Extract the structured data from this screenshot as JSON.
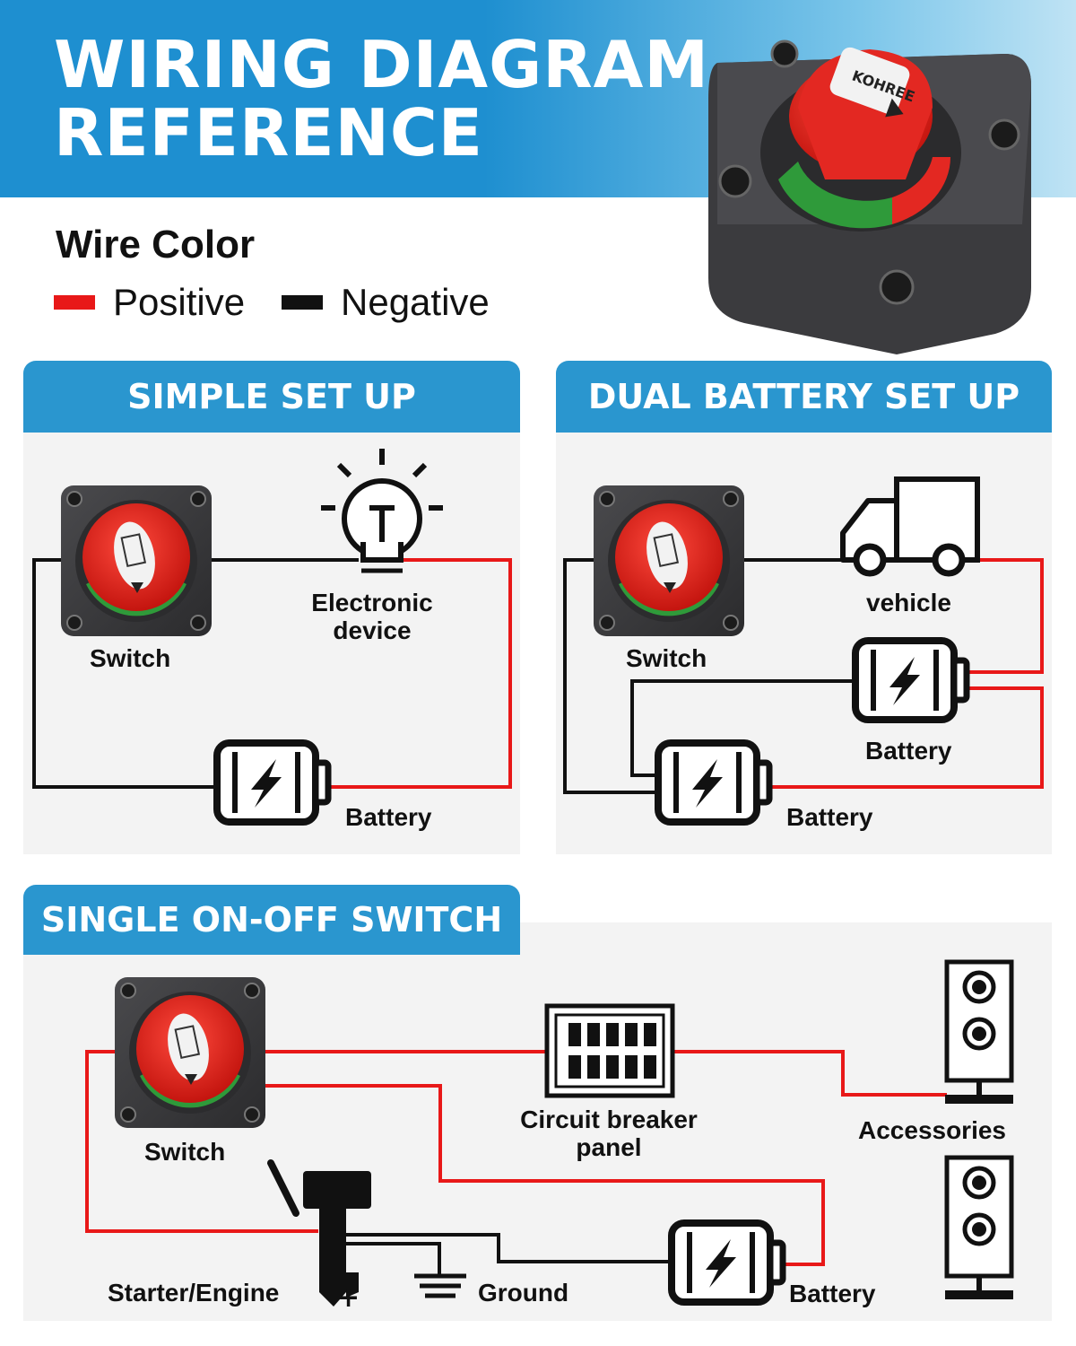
{
  "header": {
    "title_line1": "WIRING DIAGRAM",
    "title_line2": "REFERENCE",
    "brand_logo": "KOHREE"
  },
  "legend": {
    "title": "Wire Color",
    "positive_label": "Positive",
    "negative_label": "Negative",
    "positive_color": "#e81818",
    "negative_color": "#111111"
  },
  "simple": {
    "title": "SIMPLE SET UP",
    "switch_label": "Switch",
    "device_label_line1": "Electronic",
    "device_label_line2": "device",
    "battery_label": "Battery"
  },
  "dual": {
    "title": "DUAL BATTERY SET UP",
    "switch_label": "Switch",
    "vehicle_label": "vehicle",
    "battery1_label": "Battery",
    "battery2_label": "Battery"
  },
  "single": {
    "title": "SINGLE ON-OFF SWITCH",
    "switch_label": "Switch",
    "breaker_label_line1": "Circuit breaker",
    "breaker_label_line2": "panel",
    "accessories_label": "Accessories",
    "engine_label": "Starter/Engine",
    "ground_label": "Ground",
    "battery_label": "Battery"
  },
  "colors": {
    "accent_blue": "#2a96cf",
    "switch_red": "#e32822",
    "switch_green": "#2f9a3a",
    "switch_body": "#3a3a3c"
  }
}
